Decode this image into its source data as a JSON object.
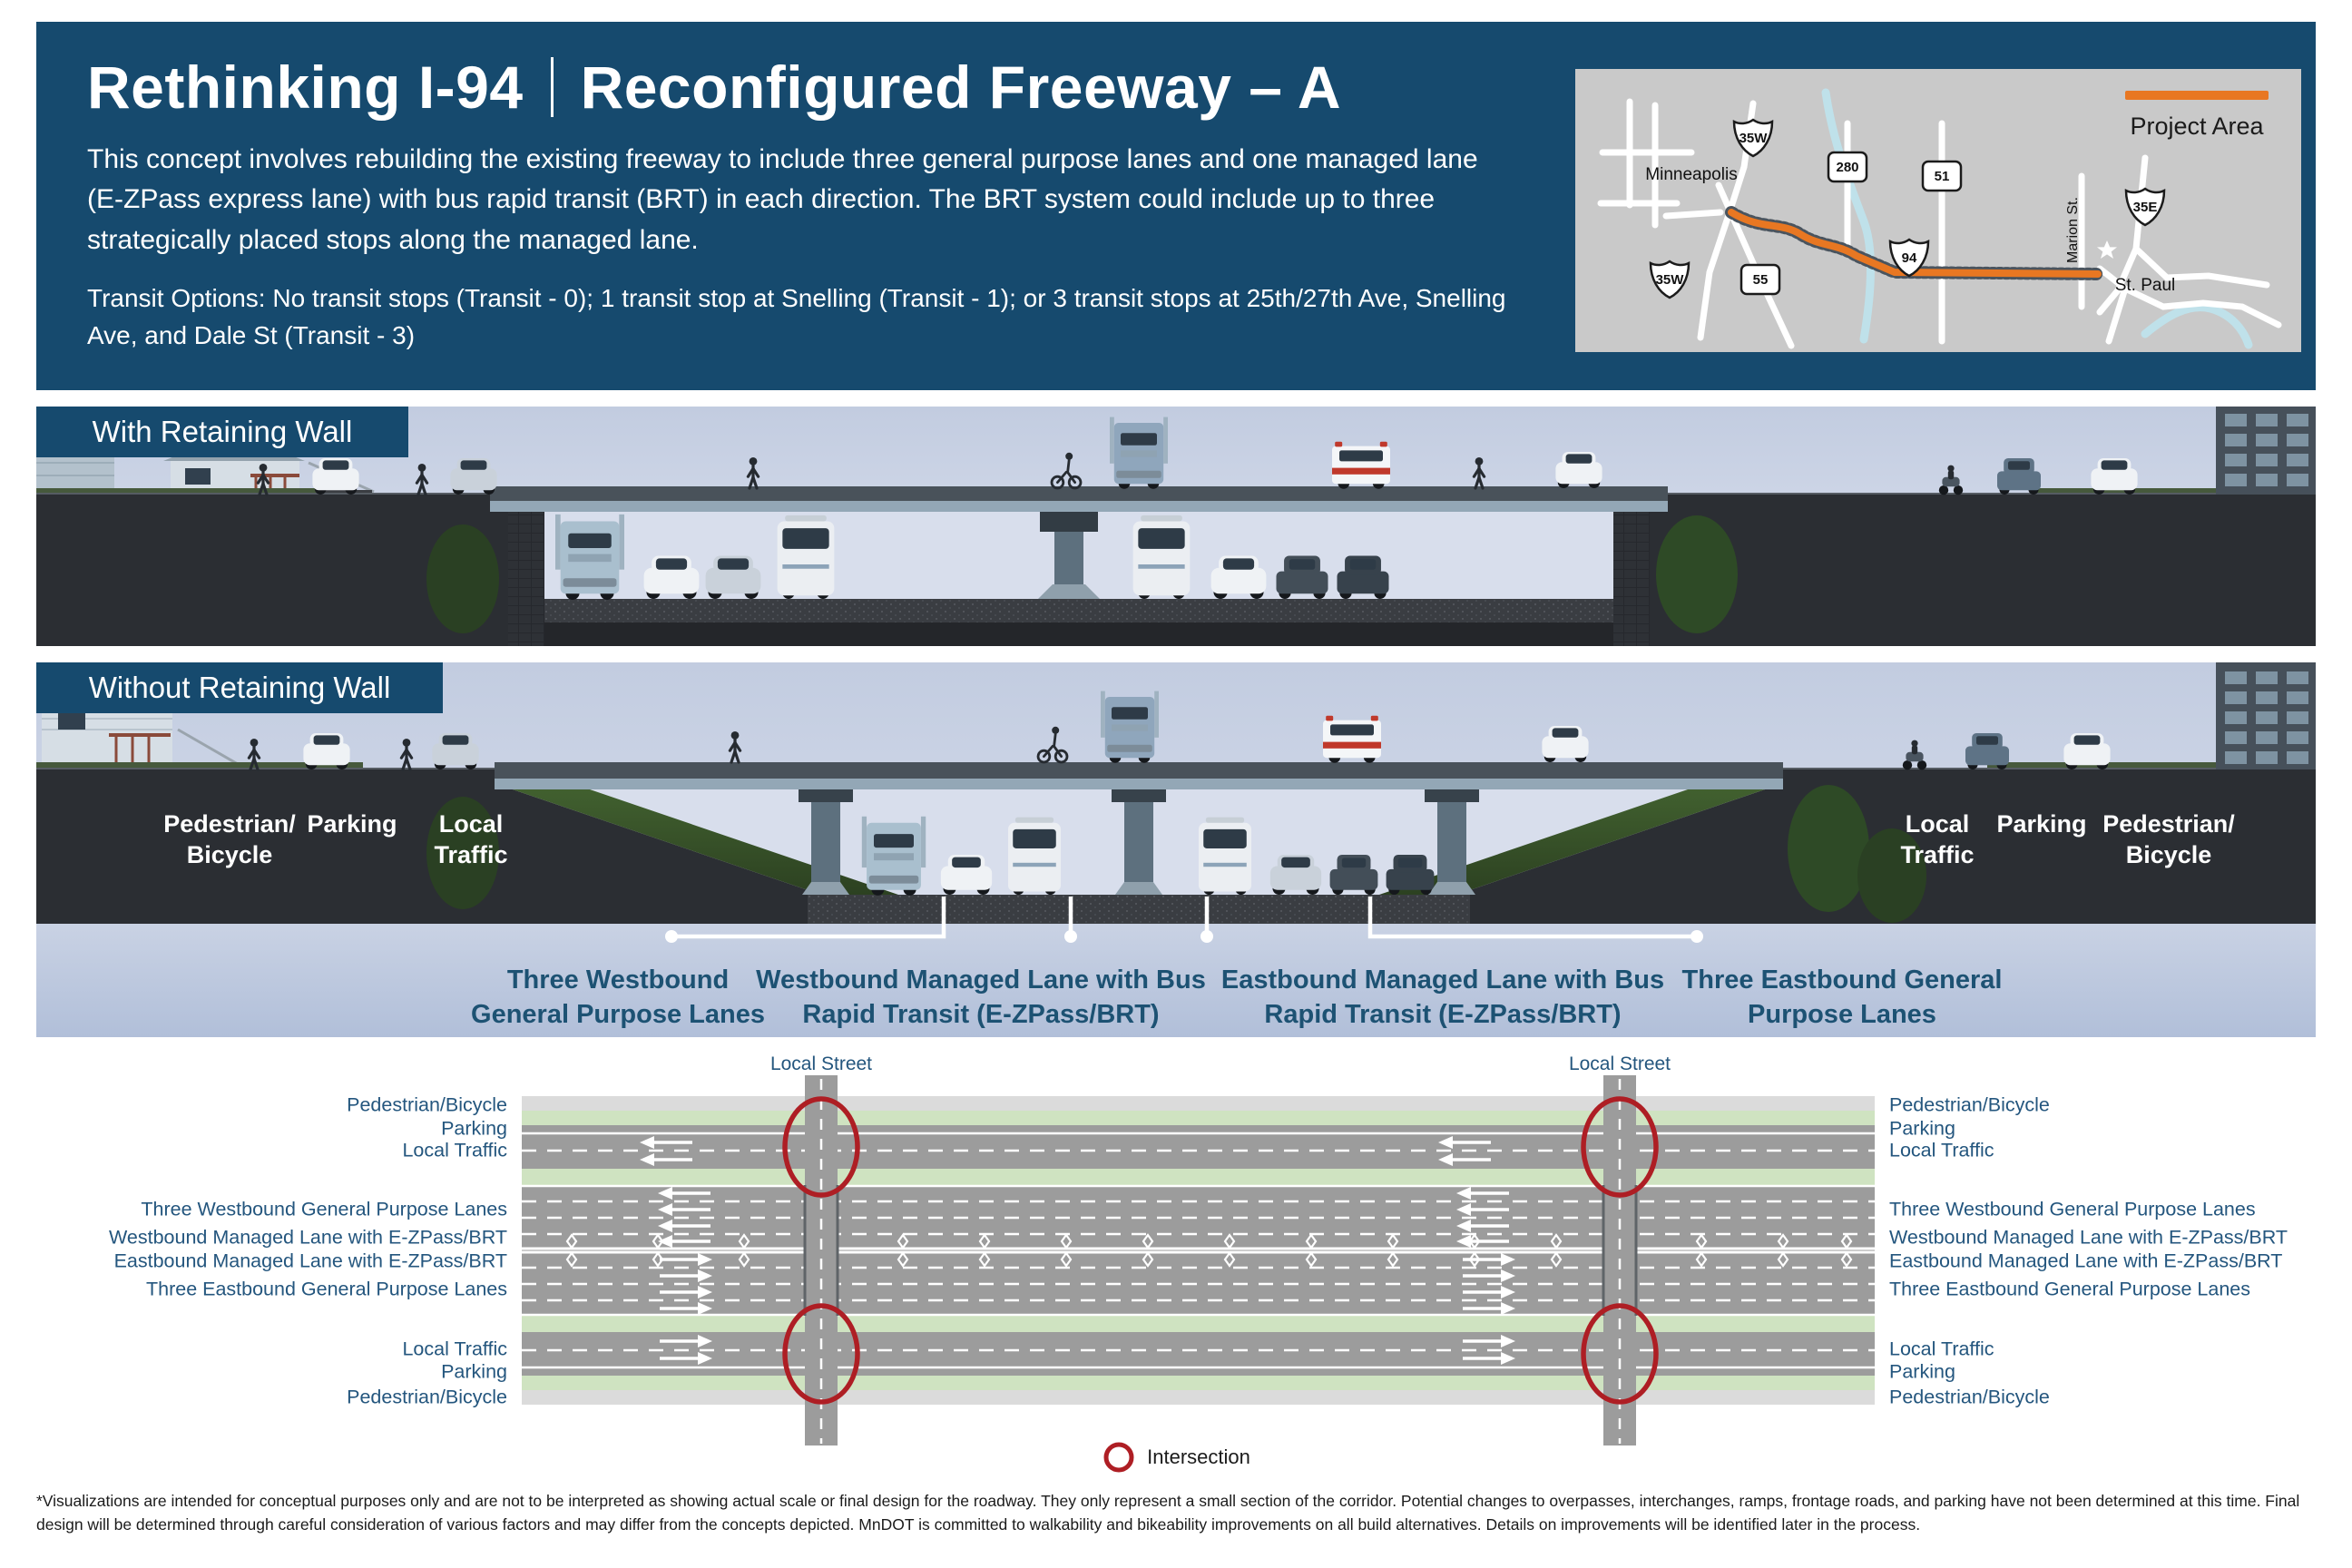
{
  "header": {
    "title_left": "Rethinking I-94",
    "title_right": "Reconfigured Freeway – A",
    "description": "This concept involves rebuilding the existing freeway to include three general purpose lanes and one managed lane (E-ZPass express lane) with bus rapid transit (BRT) in each direction. The BRT system could include up to three strategically placed stops along the managed lane.",
    "transit_options": "Transit Options: No transit stops (Transit - 0); 1 transit stop at Snelling (Transit - 1); or 3 transit stops at 25th/27th Ave, Snelling Ave, and Dale St (Transit - 3)"
  },
  "map": {
    "legend_label": "Project Area",
    "minneapolis_label": "Minneapolis",
    "st_paul_label": "St. Paul",
    "marion_st_label": "Marion St.",
    "shields": {
      "i35w_north": "35W",
      "i35w_south": "35W",
      "us280": "280",
      "mn51": "51",
      "i94": "94",
      "i35e": "35E",
      "mn55": "55"
    },
    "colors": {
      "project_area": "#E87722",
      "river": "#BFE1EA",
      "background": "#C9C9C9"
    }
  },
  "sections": {
    "with_wall_label": "With Retaining Wall",
    "without_wall_label": "Without Retaining Wall"
  },
  "cross_section": {
    "surface_labels_left": [
      "Pedestrian/\nBicycle",
      "Parking",
      "Local\nTraffic"
    ],
    "surface_labels_right": [
      "Local\nTraffic",
      "Parking",
      "Pedestrian/\nBicycle"
    ],
    "lane_callouts": [
      "Three Westbound\nGeneral Purpose Lanes",
      "Westbound Managed Lane with Bus\nRapid Transit  (E-ZPass/BRT)",
      "Eastbound Managed Lane with Bus\nRapid Transit (E-ZPass/BRT)",
      "Three Eastbound General\nPurpose Lanes"
    ]
  },
  "plan": {
    "local_street_label": "Local Street",
    "labels_left": [
      "Pedestrian/Bicycle",
      "Parking",
      "Local Traffic",
      "Three Westbound General Purpose Lanes",
      "Westbound Managed Lane with E-ZPass/BRT",
      "Eastbound Managed Lane with E-ZPass/BRT",
      "Three Eastbound General Purpose Lanes",
      "Local Traffic",
      "Parking",
      "Pedestrian/Bicycle"
    ],
    "labels_right": [
      "Pedestrian/Bicycle",
      "Parking",
      "Local Traffic",
      "Three Westbound General Purpose Lanes",
      "Westbound Managed Lane with E-ZPass/BRT",
      "Eastbound Managed Lane with E-ZPass/BRT",
      "Three Eastbound General Purpose Lanes",
      "Local Traffic",
      "Parking",
      "Pedestrian/Bicycle"
    ],
    "legend_intersection": "Intersection"
  },
  "footnote": "*Visualizations are intended for conceptual purposes only and are not to be interpreted as showing actual scale or final design for the roadway. They only represent a small section of the corridor. Potential changes to overpasses, interchanges, ramps, frontage roads, and parking have not been determined at this time. Final design will be determined through careful consideration of various factors and may differ from the concepts depicted. MnDOT is committed to walkability and bikeability improvements on all build alternatives. Details on improvements will be identified later in the process.",
  "colors": {
    "header_navy": "#164A6E",
    "label_navy": "#1D5273",
    "intersection_red": "#AE1E24",
    "road_gray": "#9C9C9C",
    "green_band": "#CFE3C1",
    "ped_bike_gray": "#DBDBDB"
  }
}
